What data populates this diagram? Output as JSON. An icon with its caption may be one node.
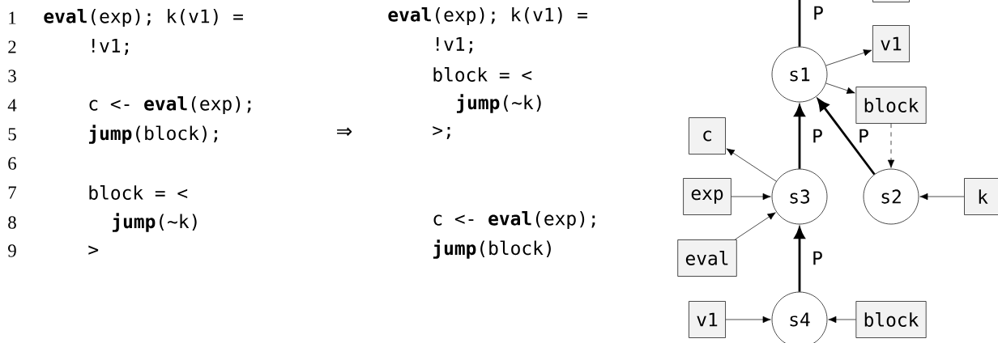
{
  "diagram": {
    "nodes": [
      {
        "text": [],
        "shape": "box"
      },
      {
        "text": [
          "s1"
        ]
      },
      {
        "text": [
          "v1"
        ]
      },
      {
        "text": [
          "block"
        ]
      },
      {
        "text": [
          "c"
        ]
      },
      {
        "text": [
          "exp"
        ]
      },
      {
        "text": [
          "s3"
        ]
      },
      {
        "text": [
          "s2"
        ]
      },
      {
        "text": [
          "k"
        ]
      },
      {
        "text": [
          "eval"
        ]
      },
      {
        "text": [
          "v1"
        ]
      },
      {
        "text": [
          "s4"
        ]
      },
      {
        "text": [
          "block"
        ]
      }
    ],
    "edges": [
      {
        "from": 1,
        "to": null,
        "arrow": "none",
        "label": "P",
        "style": "thick"
      },
      {
        "from": 1,
        "to": 2,
        "arrow": "to"
      },
      {
        "from": 1,
        "to": 3,
        "arrow": "to"
      },
      {
        "from": 6,
        "to": 1,
        "arrow": "to",
        "label": "P",
        "style": "thick"
      },
      {
        "from": 7,
        "to": 1,
        "arrow": "to",
        "label": "P",
        "style": "thick"
      },
      {
        "from": 3,
        "to": 7,
        "arrow": "to",
        "style": "dashed"
      },
      {
        "from": 6,
        "to": 4,
        "arrow": "to"
      },
      {
        "from": 5,
        "to": 6,
        "arrow": "to"
      },
      {
        "from": 8,
        "to": 7,
        "arrow": "to"
      },
      {
        "from": 9,
        "to": 6,
        "arrow": "to"
      },
      {
        "from": 11,
        "to": 6,
        "arrow": "to",
        "label": "P",
        "style": "thick"
      },
      {
        "from": 10,
        "to": 11,
        "arrow": "to"
      },
      {
        "from": 12,
        "to": 11,
        "arrow": "to"
      }
    ],
    "labels": [
      "1",
      "**eval**(exp); k(v1) =",
      "2",
      "!v1;",
      "3",
      "4",
      "c <- **eval**(exp);",
      "5",
      "**jump**(block);",
      "6",
      "7",
      "block = <",
      "8",
      "**jump**(~k)",
      "9",
      ">",
      "⇒",
      "**eval**(exp); k(v1) =",
      "!v1;",
      "block = <",
      "**jump**(~k)",
      ">;",
      "c <- **eval**(exp);",
      "**jump**(block)"
    ]
  }
}
